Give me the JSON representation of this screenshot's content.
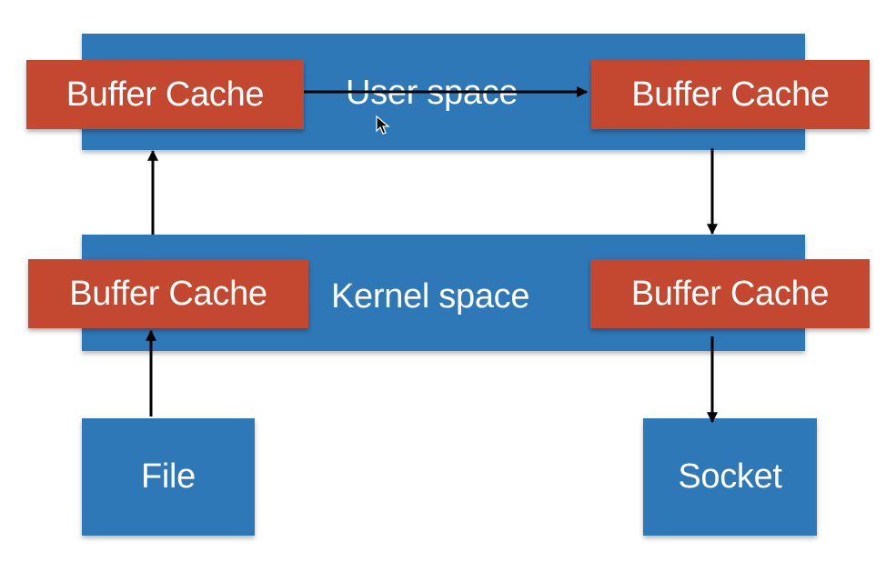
{
  "user_space": {
    "label": "User space"
  },
  "kernel_space": {
    "label": "Kernel space"
  },
  "caches": {
    "user_left": "Buffer Cache",
    "user_right": "Buffer Cache",
    "kernel_left": "Buffer Cache",
    "kernel_right": "Buffer Cache"
  },
  "file": {
    "label": "File"
  },
  "socket": {
    "label": "Socket"
  },
  "colors": {
    "space_blue": "#2e78b8",
    "cache_red": "#c4482f",
    "arrow": "#000000"
  },
  "icons": {
    "pointer": "mouse-cursor-icon"
  }
}
